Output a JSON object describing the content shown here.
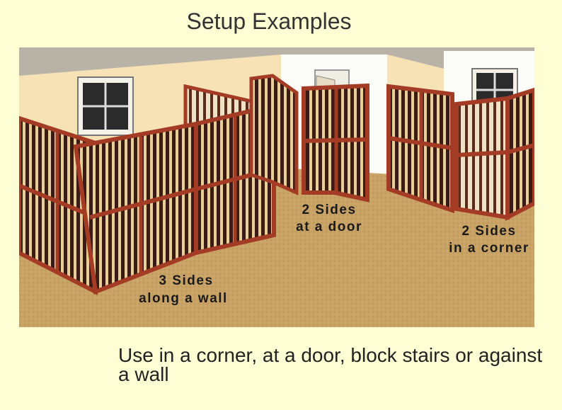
{
  "title": "Setup Examples",
  "scene_labels": {
    "three_sides_line1": "3 Sides",
    "three_sides_line2": "along a wall",
    "door_line1": "2 Sides",
    "door_line2": "at a door",
    "corner_line1": "2 Sides",
    "corner_line2": "in a corner"
  },
  "caption": "Use in a corner, at a door, block stairs or against a wall",
  "colors": {
    "background": "#fefed4",
    "wall": "#f7e4b8",
    "floor": "#c8a163",
    "frame": "#a33b25",
    "bars": "#3a1c14"
  }
}
